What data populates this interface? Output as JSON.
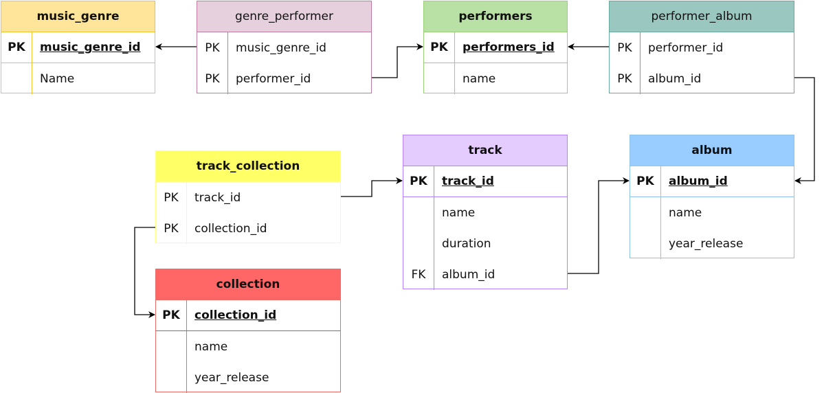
{
  "colors": {
    "music_genre": {
      "header": "#ffe599",
      "border": "#f1c232"
    },
    "genre_performer": {
      "header": "#e6d0de",
      "border": "#c27ba0"
    },
    "performers": {
      "header": "#b9e0a5",
      "border": "#97d077"
    },
    "performer_album": {
      "header": "#9ac7bf",
      "border": "#67ab9f"
    },
    "track_collection": {
      "header": "#ffff66",
      "border": "#ffff88"
    },
    "track": {
      "header": "#e5ccff",
      "border": "#b380ff"
    },
    "album": {
      "header": "#99ccff",
      "border": "#8fc1ee"
    },
    "collection": {
      "header": "#ff6666",
      "border": "#ea6b66"
    },
    "connector": "#000000"
  },
  "tables": {
    "music_genre": {
      "title": "music_genre",
      "pk_key": "PK",
      "pk_field": "music_genre_id",
      "fields": [
        "Name"
      ]
    },
    "genre_performer": {
      "title": "genre_performer",
      "rows": [
        {
          "key": "PK",
          "field": "music_genre_id"
        },
        {
          "key": "PK",
          "field": "performer_id"
        }
      ]
    },
    "performers": {
      "title": "performers",
      "pk_key": "PK",
      "pk_field": "performers_id",
      "fields": [
        "name"
      ]
    },
    "performer_album": {
      "title": "performer_album",
      "rows": [
        {
          "key": "PK",
          "field": "performer_id"
        },
        {
          "key": "PK",
          "field": "album_id"
        }
      ]
    },
    "track_collection": {
      "title": "track_collection",
      "rows": [
        {
          "key": "PK",
          "field": "track_id"
        },
        {
          "key": "PK",
          "field": "collection_id"
        }
      ]
    },
    "track": {
      "title": "track",
      "pk_key": "PK",
      "pk_field": "track_id",
      "fields": [
        "name",
        "duration"
      ],
      "fk_key": "FK",
      "fk_field": "album_id"
    },
    "album": {
      "title": "album",
      "pk_key": "PK",
      "pk_field": "album_id",
      "fields": [
        "name",
        "year_release"
      ]
    },
    "collection": {
      "title": "collection",
      "pk_key": "PK",
      "pk_field": "collection_id",
      "fields": [
        "name",
        "year_release"
      ]
    }
  }
}
